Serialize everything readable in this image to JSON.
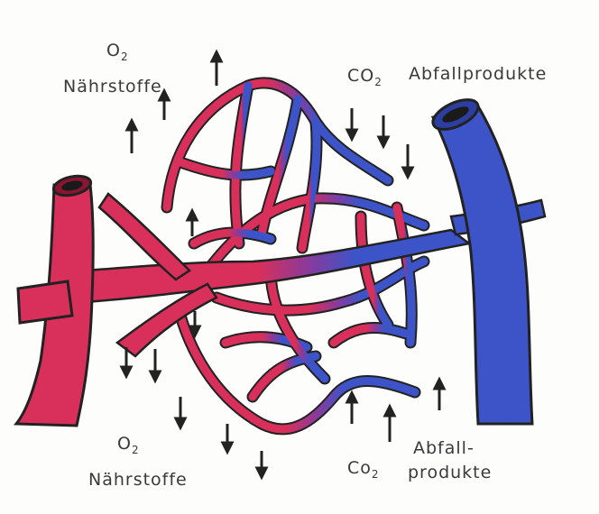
{
  "labels": {
    "top_left_o": "O",
    "top_left_o_sub": "2",
    "top_left_nutrients": "Nährstoffe",
    "top_right_co": "CO",
    "top_right_co_sub": "2",
    "top_right_waste": "Abfallprodukte",
    "bottom_left_o": "O",
    "bottom_left_o_sub": "2",
    "bottom_left_nutrients": "Nährstoffe",
    "bottom_right_co": "Co",
    "bottom_right_co_sub": "2",
    "bottom_right_waste_1": "Abfall-",
    "bottom_right_waste_2": "produkte"
  },
  "colors": {
    "artery": "#d8305a",
    "artery_dark": "#b81f45",
    "vein": "#3d54c8",
    "vein_dark": "#2c3ea0",
    "outline": "#222222",
    "arrow": "#222222"
  },
  "icons": {
    "arrow_up": "arrow-up-icon",
    "arrow_down": "arrow-down-icon"
  }
}
